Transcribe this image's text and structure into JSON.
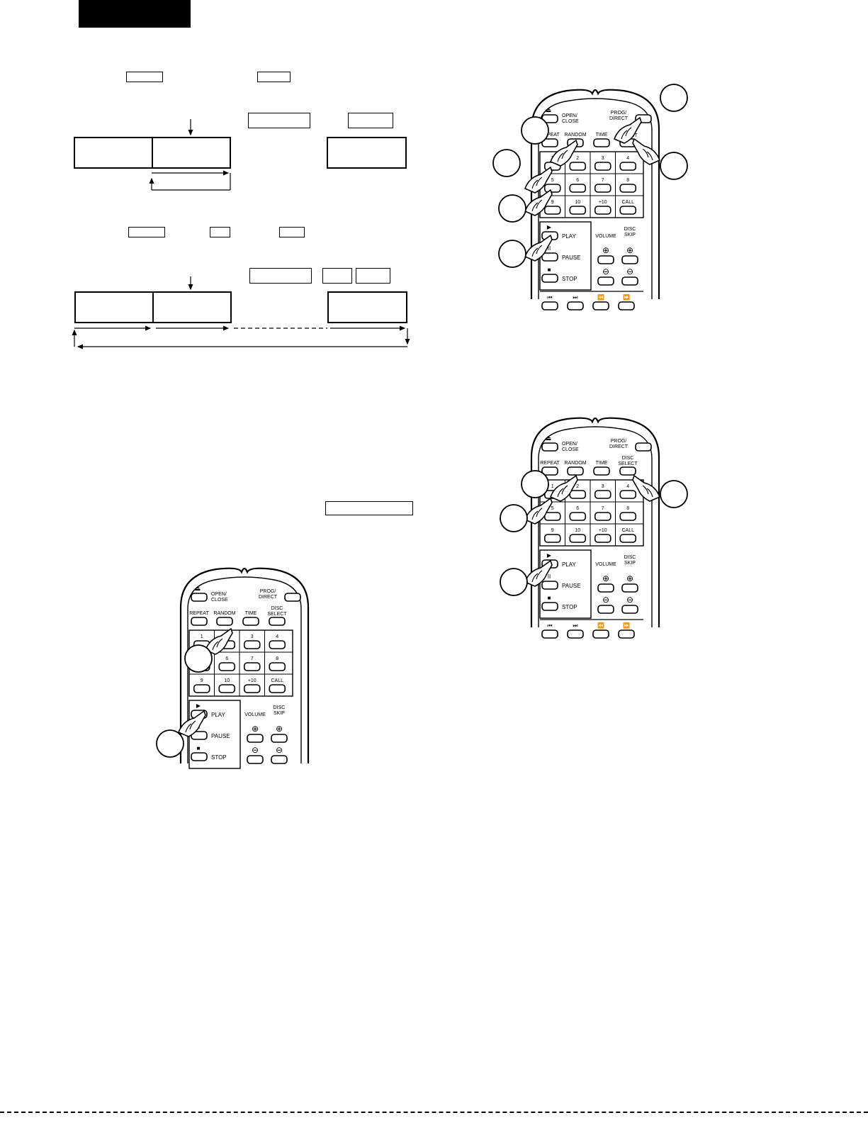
{
  "remote": {
    "buttons": {
      "open_close": "OPEN/\nCLOSE",
      "prog_direct": "PROG/\nDIRECT",
      "repeat": "REPEAT",
      "random": "RANDOM",
      "time": "TIME",
      "disc_select": "DISC\nSELECT",
      "numbers": [
        "1",
        "2",
        "3",
        "4",
        "5",
        "6",
        "7",
        "8",
        "9",
        "10",
        "+10",
        "CALL"
      ],
      "play": "PLAY",
      "pause": "PAUSE",
      "stop": "STOP",
      "volume": "VOLUME",
      "disc_skip": "DISC\nSKIP"
    }
  }
}
